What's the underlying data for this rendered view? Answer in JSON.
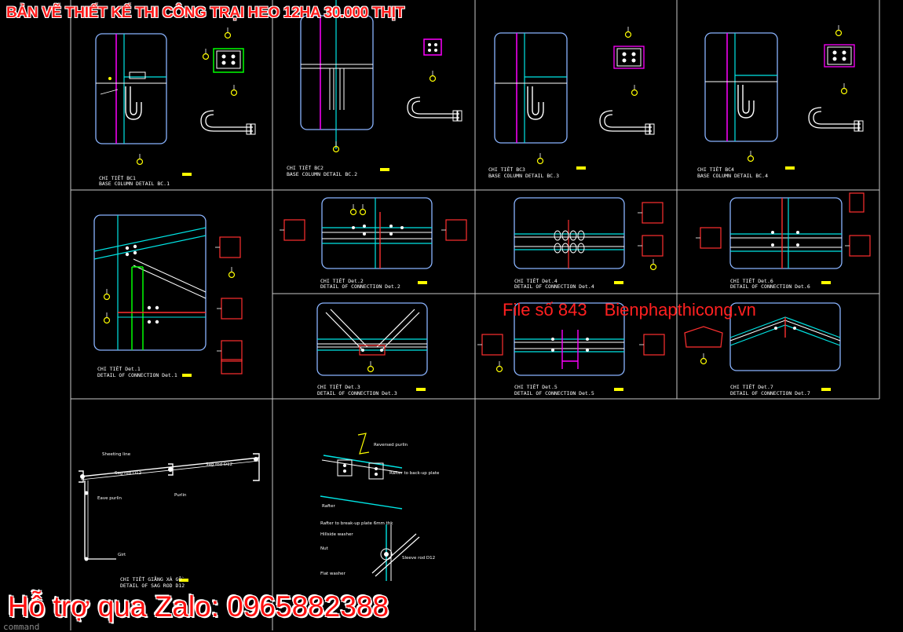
{
  "header": {
    "title": "BẢN VẼ THIẾT KẾ THI CÔNG TRẠI HEO 12HA 30.000 THỊT"
  },
  "watermark": {
    "file_number": "File số 843",
    "site": "Bienphapthicong.vn"
  },
  "support": {
    "text": "Hỗ trợ qua Zalo: 0965882388"
  },
  "command_line": {
    "text": "command"
  },
  "colors": {
    "background": "#000000",
    "frame": "#c8c8c8",
    "detail_border": "#8ab4ff",
    "yellow": "#ffff00",
    "cyan": "#00e5e5",
    "magenta": "#ff00ff",
    "green": "#00ff00",
    "red": "#ff2020",
    "white": "#ffffff"
  },
  "panels": [
    {
      "id": "bc1",
      "title_vn": "CHI TIẾT BC1",
      "title_en": "BASE COLUMN DETAIL BC.1"
    },
    {
      "id": "bc2",
      "title_vn": "CHI TIẾT BC2",
      "title_en": "BASE COLUMN DETAIL BC.2"
    },
    {
      "id": "bc3",
      "title_vn": "CHI TIẾT BC3",
      "title_en": "BASE COLUMN DETAIL BC.3"
    },
    {
      "id": "bc4",
      "title_vn": "CHI TIẾT BC4",
      "title_en": "BASE COLUMN DETAIL BC.4"
    },
    {
      "id": "det1",
      "title_vn": "CHI TIẾT Det.1",
      "title_en": "DETAIL OF CONNECTION Det.1"
    },
    {
      "id": "det2",
      "title_vn": "CHI TIẾT Det.2",
      "title_en": "DETAIL OF CONNECTION Det.2"
    },
    {
      "id": "det4",
      "title_vn": "CHI TIẾT Det.4",
      "title_en": "DETAIL OF CONNECTION Det.4"
    },
    {
      "id": "det6",
      "title_vn": "CHI TIẾT Det.6",
      "title_en": "DETAIL OF CONNECTION Det.6"
    },
    {
      "id": "det3",
      "title_vn": "CHI TIẾT Det.3",
      "title_en": "DETAIL OF CONNECTION Det.3"
    },
    {
      "id": "det5",
      "title_vn": "CHI TIẾT Det.5",
      "title_en": "DETAIL OF CONNECTION Det.5"
    },
    {
      "id": "det7",
      "title_vn": "CHI TIẾT Det.7",
      "title_en": "DETAIL OF CONNECTION Det.7"
    },
    {
      "id": "sag",
      "title_vn": "CHI TIẾT GIẰNG XÀ GỒ",
      "title_en": "DETAIL OF SAG ROD D12"
    },
    {
      "id": "rafter",
      "title_vn": "",
      "title_en": ""
    }
  ],
  "annotations": {
    "sheeting_line": "Sheeting line",
    "sag_rod": "Sag rod D12",
    "purlin": "Purlin",
    "eave_purlin": "Eave purlin",
    "girt": "Girt",
    "rafter_backup": "Rafter to back-up plate",
    "reversed_purlin": "Reversed purlin",
    "rafter": "Rafter",
    "rafter_breakup": "Rafter to break-up plate 6mm thk",
    "hillside_washer": "Hillside washer",
    "nut": "Nut",
    "flat_washer": "Flat washer",
    "sleeve_rod": "Sleeve rod D12"
  }
}
